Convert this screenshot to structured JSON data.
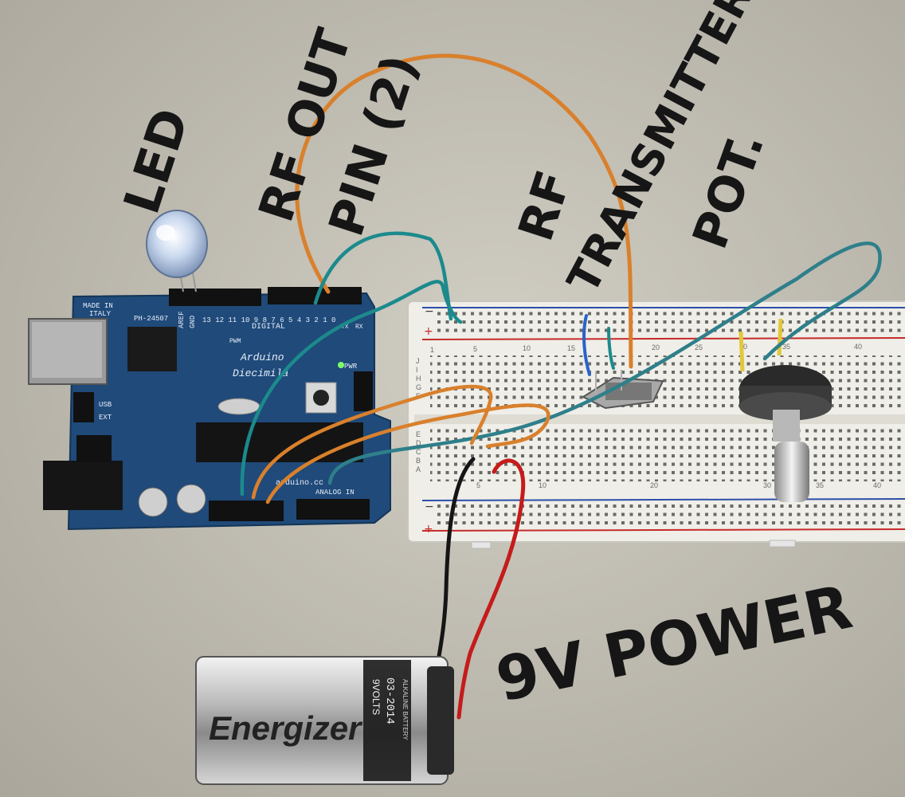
{
  "labels": {
    "led": "LED",
    "rf_out_line1": "RF OUT",
    "rf_out_line2": "PIN (2)",
    "rf_tx_line1": "RF",
    "rf_tx_line2": "TRANSMITTER",
    "pot": "POT.",
    "power": "9V POWER"
  },
  "arduino": {
    "made_in": "MADE IN",
    "italy": "ITALY",
    "model_code": "PH-24507",
    "aref": "AREF",
    "gnd": "GND",
    "digital": "DIGITAL",
    "pwm": "PWM",
    "tx": "TX",
    "rx": "RX",
    "pin_numbers_top": "13 12 11 10 9  8   7  6  5  4  3  2  1  0",
    "brand": "Arduino",
    "model": "Diecimila",
    "pwr": "PWR",
    "usb": "USB",
    "ext": "EXT",
    "web": "arduino.cc",
    "analog_in": "ANALOG IN"
  },
  "breadboard": {
    "rows_top": [
      "J",
      "I",
      "H",
      "G",
      "F"
    ],
    "rows_bottom": [
      "E",
      "D",
      "C",
      "B",
      "A"
    ],
    "column_numbers": [
      "1",
      "5",
      "10",
      "15",
      "20",
      "25",
      "30",
      "35",
      "40"
    ],
    "rail_minus": "−",
    "rail_plus": "+"
  },
  "battery": {
    "brand": "Energizer",
    "volts": "9VOLTS",
    "date": "03-2014",
    "type": "ALKALINE BATTERY"
  },
  "colors": {
    "paper": "#bdb9ad",
    "arduino_blue": "#1f4a7a",
    "wire_orange": "#d9802c",
    "wire_teal": "#1c8a8c",
    "wire_red": "#c51b1b",
    "wire_black": "#151515",
    "breadboard": "#efeee8",
    "rail_red": "#c62a2a",
    "rail_blue": "#2c4fa8"
  }
}
